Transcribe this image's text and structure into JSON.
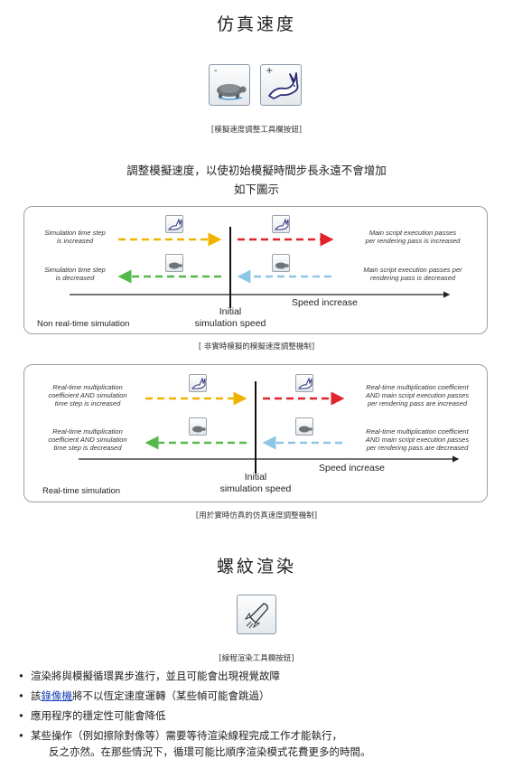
{
  "sections": {
    "speed_title": "仿真速度",
    "speed_toolbar_caption": "[模擬速度調整工具欄按鈕]",
    "speed_button_minus": "-",
    "speed_button_plus": "+",
    "intro_line1": "調整模擬速度，以使初始模擬時間步長永遠不會增加",
    "intro_line2": "如下圖示",
    "render_title": "螺紋渲染",
    "render_toolbar_caption": "[線程渲染工具欄按鈕]"
  },
  "diagram1": {
    "left_top": [
      "Simulation time step",
      "is increased"
    ],
    "left_bottom": [
      "Simulation time step",
      "is decreased"
    ],
    "right_top": [
      "Main script execution passes",
      "per rendering pass is increased"
    ],
    "right_bottom": [
      "Main script execution passes per",
      "rendering pass is decreased"
    ],
    "axis_label": "Speed increase",
    "initial_line1": "Initial",
    "initial_line2": "simulation speed",
    "mode_label": "Non real-time simulation",
    "caption": "[ 非實時模擬的模擬速度調整機制]"
  },
  "diagram2": {
    "left_top": [
      "Real-time multiplication",
      "coefficient AND simulation",
      "time step is increased"
    ],
    "left_bottom": [
      "Real-time multiplication",
      "coefficient AND simulation",
      "time step is decreased"
    ],
    "right_top": [
      "Real-time multiplication coefficient",
      "AND main script execution passes",
      "per rendering pass are increased"
    ],
    "right_bottom": [
      "Real-time multiplication coefficient",
      "AND main script execution passes",
      "per rendering pass are decreased"
    ],
    "axis_label": "Speed increase",
    "initial_line1": "Initial",
    "initial_line2": "simulation speed",
    "mode_label": "Real-time simulation",
    "caption": "[用於實時仿真的仿真速度調整機制]"
  },
  "bullets": {
    "b1": "渲染將與模擬循環異步進行，並且可能會出現視覺故障",
    "b2_before": "該",
    "b2_link": "錄像機",
    "b2_after": "將不以恆定速度運轉（某些幀可能會跳過）",
    "b3": "應用程序的穩定性可能會降低",
    "b4_line1": "某些操作（例如擦除對像等）需要等待渲染線程完成工作才能執行，",
    "b4_line2": "反之亦然。在那些情況下，循環可能比順序渲染模式花費更多的時間。"
  },
  "colors": {
    "arrow_yellow": "#f0b400",
    "arrow_red": "#e0242c",
    "arrow_green": "#55b84a",
    "arrow_lightblue": "#8fc6e6",
    "diagram_border": "#9aa0a6",
    "link": "#1a3fb5"
  },
  "icons": {
    "slow": "turtle-icon",
    "fast": "rabbit-icon",
    "render": "rocket-icon"
  }
}
